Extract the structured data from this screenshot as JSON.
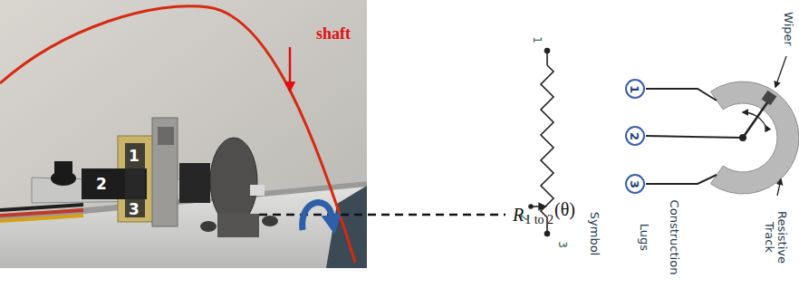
{
  "diagram": {
    "nodes": [
      {
        "text": [
          "1"
        ]
      },
      {
        "text": [
          "2"
        ]
      },
      {
        "text": [
          "3"
        ]
      }
    ],
    "labels": [
      "shaft",
      "1",
      "2",
      "3",
      "R",
      "1 to 2",
      "(θ)",
      "1",
      "2",
      "3",
      "Symbol",
      "Lugs",
      "Construction",
      "Resistive Track",
      "Wiper"
    ]
  }
}
